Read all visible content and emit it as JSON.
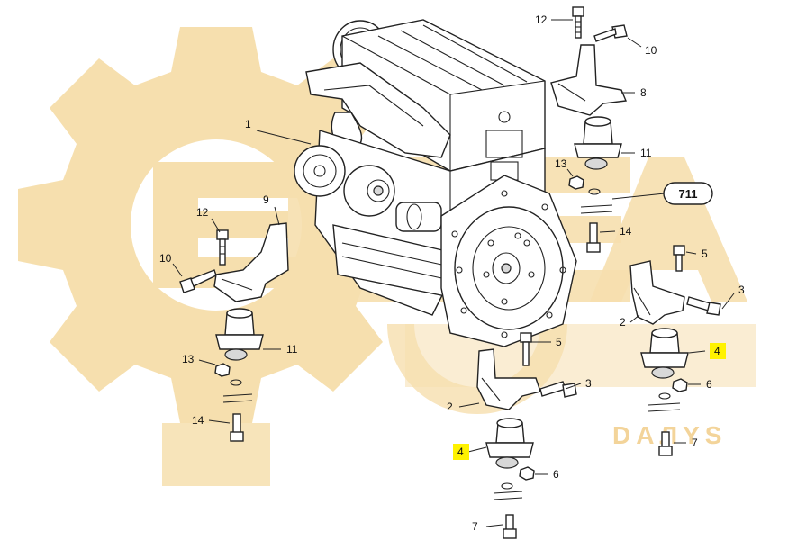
{
  "diagram": {
    "reference": "711",
    "watermark": {
      "brand": "ЕЭКА",
      "tagline": "DAЛYS"
    },
    "callouts": [
      {
        "id": "c1",
        "text": "1"
      },
      {
        "id": "c12a",
        "text": "12"
      },
      {
        "id": "c10a",
        "text": "10"
      },
      {
        "id": "c8",
        "text": "8"
      },
      {
        "id": "c11a",
        "text": "11"
      },
      {
        "id": "c13a",
        "text": "13"
      },
      {
        "id": "c14a",
        "text": "14"
      },
      {
        "id": "c9",
        "text": "9"
      },
      {
        "id": "c12b",
        "text": "12"
      },
      {
        "id": "c10b",
        "text": "10"
      },
      {
        "id": "c11b",
        "text": "11"
      },
      {
        "id": "c13b",
        "text": "13"
      },
      {
        "id": "c14b",
        "text": "14"
      },
      {
        "id": "c5a",
        "text": "5"
      },
      {
        "id": "c3a",
        "text": "3"
      },
      {
        "id": "c2a",
        "text": "2"
      },
      {
        "id": "c4a",
        "text": "4",
        "highlight": true
      },
      {
        "id": "c6a",
        "text": "6"
      },
      {
        "id": "c7a",
        "text": "7"
      },
      {
        "id": "c5b",
        "text": "5"
      },
      {
        "id": "c3b",
        "text": "3"
      },
      {
        "id": "c2b",
        "text": "2"
      },
      {
        "id": "c4b",
        "text": "4",
        "highlight": true
      },
      {
        "id": "c6b",
        "text": "6"
      },
      {
        "id": "c7b",
        "text": "7"
      }
    ]
  }
}
